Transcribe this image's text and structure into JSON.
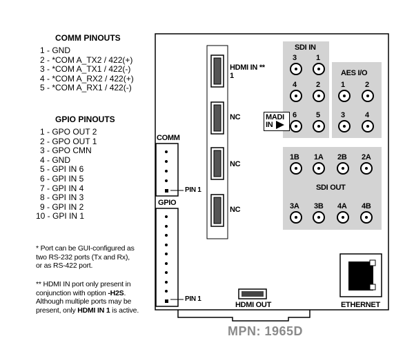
{
  "comm_pinouts": {
    "title": "COMM PINOUTS",
    "pins": [
      "1 - GND",
      "2 - *COM A_TX2 / 422(+)",
      "3 - *COM A_TX1 / 422(-)",
      "4 - *COM A_RX2 / 422(+)",
      "5 - *COM A_RX1 / 422(-)"
    ]
  },
  "gpio_pinouts": {
    "title": "GPIO PINOUTS",
    "pins": [
      "1 - GPO OUT 2",
      "2 - GPO OUT 1",
      "3 - GPO CMN",
      "4 - GND",
      "5 - GPI IN 6",
      "6 - GPI IN 5",
      "7 - GPI IN 4",
      "8 - GPI IN 3",
      "9 - GPI IN 2",
      "10 - GPI IN 1"
    ]
  },
  "notes": {
    "note1": [
      "* Port can be GUI-configured as",
      "two RS-232 ports (Tx and Rx),",
      "or as RS-422 port."
    ],
    "note2_l1": "** HDMI IN port only present in",
    "note2_l2a": "conjunction with option ",
    "note2_l2b": "-H2S",
    "note2_l2c": ".",
    "note2_l3": "Although multiple ports may be",
    "note2_l4a": "present, only ",
    "note2_l4b": "HDMI IN 1",
    "note2_l4c": " is active."
  },
  "panel": {
    "comm_label": "COMM",
    "gpio_label": "GPIO",
    "pin1_comm": "PIN 1",
    "pin1_gpio": "PIN 1",
    "hdmi_in_label": "HDMI IN **",
    "hdmi_in_num": "1",
    "nc1": "NC",
    "nc2": "NC",
    "nc3": "NC",
    "madi_label_1": "MADI",
    "madi_label_2": "IN",
    "sdi_in_title": "SDI IN",
    "sdi_in_ports": [
      "3",
      "1",
      "4",
      "2",
      "6",
      "5"
    ],
    "aes_title": "AES I/O",
    "aes_ports": [
      "1",
      "2",
      "3",
      "4"
    ],
    "sdi_out_title": "SDI OUT",
    "sdi_out_top": [
      "1B",
      "1A",
      "2B",
      "2A"
    ],
    "sdi_out_bottom": [
      "3A",
      "3B",
      "4A",
      "4B"
    ],
    "hdmi_out_label": "HDMI OUT",
    "ethernet_label": "ETHERNET"
  },
  "mpn": "MPN: 1965D"
}
